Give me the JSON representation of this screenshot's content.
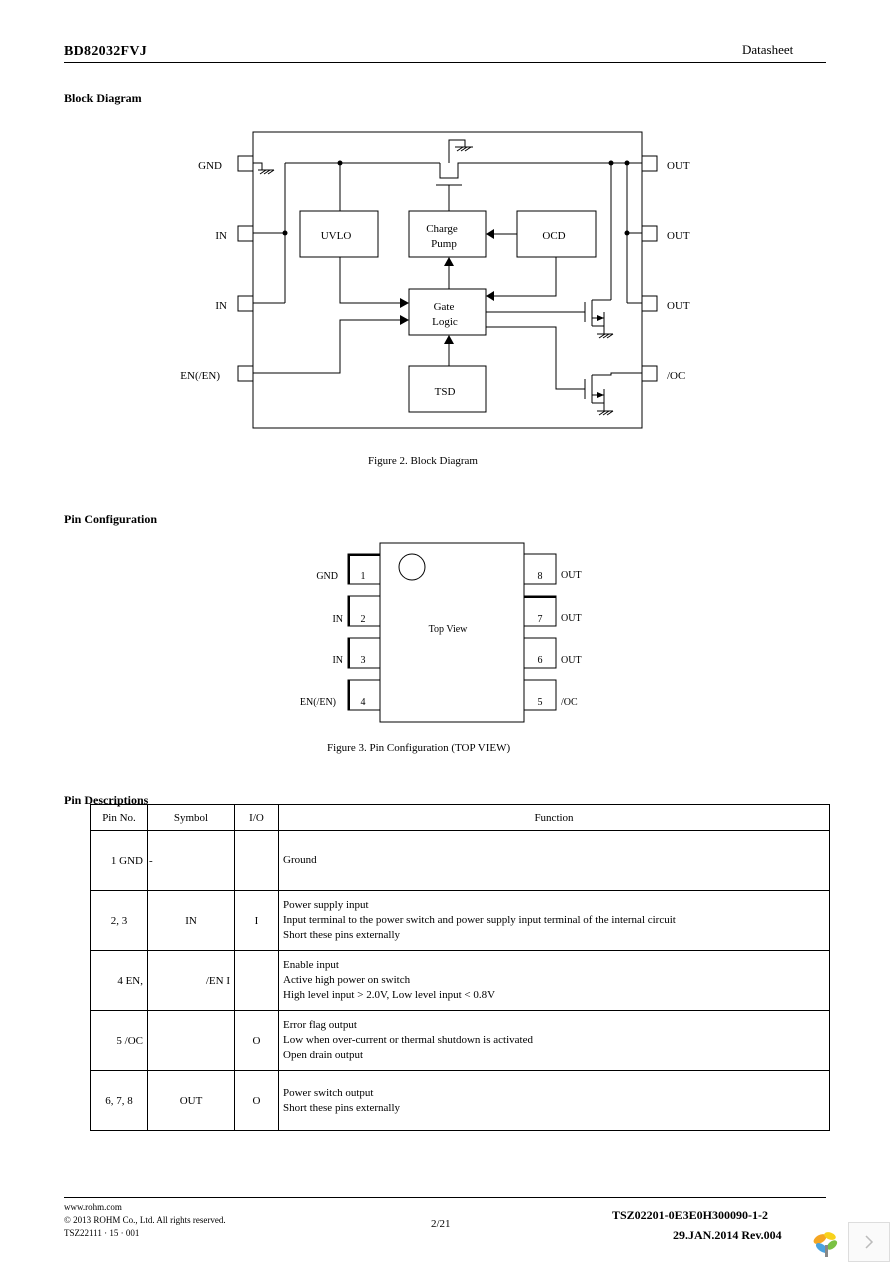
{
  "header": {
    "part_number": "BD82032FVJ",
    "doc_type": "Datasheet"
  },
  "block_diagram": {
    "section_title": "Block Diagram",
    "caption": "Figure 2. Block Diagram",
    "left_pins": [
      "GND",
      "IN",
      "IN",
      "EN(/EN)"
    ],
    "right_pins": [
      "OUT",
      "OUT",
      "OUT",
      "/OC"
    ],
    "blocks": {
      "uvlo": "UVLO",
      "charge_pump": [
        "Charge",
        "Pump"
      ],
      "ocd": "OCD",
      "gate_logic": [
        "Gate",
        "Logic"
      ],
      "tsd": "TSD"
    }
  },
  "pin_config": {
    "section_title": "Pin Configuration",
    "caption": "Figure 3. Pin Configuration (TOP VIEW)",
    "center_label": "Top View",
    "left": [
      {
        "name": "GND",
        "num": "1"
      },
      {
        "name": "IN",
        "num": "2"
      },
      {
        "name": "IN",
        "num": "3"
      },
      {
        "name": "EN(/EN)",
        "num": "4"
      }
    ],
    "right": [
      {
        "name": "OUT",
        "num": "8"
      },
      {
        "name": "OUT",
        "num": "7"
      },
      {
        "name": "OUT",
        "num": "6"
      },
      {
        "name": "/OC",
        "num": "5"
      }
    ]
  },
  "pin_descriptions": {
    "section_title": "Pin Descriptions",
    "headers": [
      "Pin No.",
      "Symbol",
      "I/O",
      "Function"
    ],
    "rows": [
      {
        "pin": "1 GND",
        "symbol": "-",
        "io": "",
        "function": [
          "Ground"
        ]
      },
      {
        "pin": "2, 3",
        "symbol": "IN",
        "io": "I",
        "function": [
          "Power supply input",
          "Input terminal to the power switch and power supply input terminal of the internal circuit",
          "Short these pins externally"
        ]
      },
      {
        "pin": "4 EN,",
        "symbol": "/EN I",
        "io": "",
        "function": [
          "Enable input",
          "Active high power on switch",
          "High level input > 2.0V, Low level input < 0.8V"
        ]
      },
      {
        "pin": "5 /OC",
        "symbol": "",
        "io": "O",
        "function": [
          "Error flag output",
          "Low when over-current or thermal shutdown is activated",
          "Open drain output"
        ]
      },
      {
        "pin": "6, 7, 8",
        "symbol": "OUT",
        "io": "O",
        "function": [
          "Power switch output",
          "Short these pins externally"
        ]
      }
    ]
  },
  "footer": {
    "website": "www.rohm.com",
    "copyright": "© 2013 ROHM Co., Ltd. All rights reserved.",
    "doc_code": "TSZ22111 · 15 · 001",
    "page": "2/21",
    "doc_number": "TSZ02201-0E3E0H300090-1-2",
    "date_rev": "29.JAN.2014 Rev.004"
  }
}
